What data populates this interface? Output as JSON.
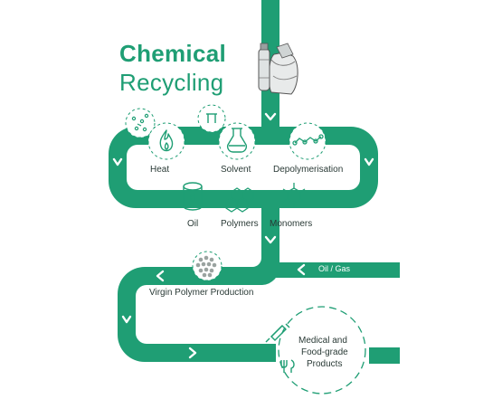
{
  "title": {
    "line1": "Chemical",
    "line2": "Recycling"
  },
  "processes": [
    "Heat",
    "Solvent",
    "Depolymerisation"
  ],
  "outputs": [
    "Oil",
    "Polymers",
    "Monomers"
  ],
  "side_input": "Oil / Gas",
  "production": "Virgin Polymer Production",
  "products": {
    "line1": "Medical and",
    "line2": "Food-grade",
    "line3": "Products"
  },
  "colors": {
    "accent": "#1f9e74",
    "text_dark": "#2a3a36"
  },
  "icons": [
    "fire-icon",
    "flask-icon",
    "molecule-chain-icon",
    "oil-barrel-icon",
    "polymer-hexagon-icon",
    "monomer-icon",
    "pellets-icon",
    "syringe-icon",
    "cutlery-icon",
    "plastic-waste-icon"
  ]
}
